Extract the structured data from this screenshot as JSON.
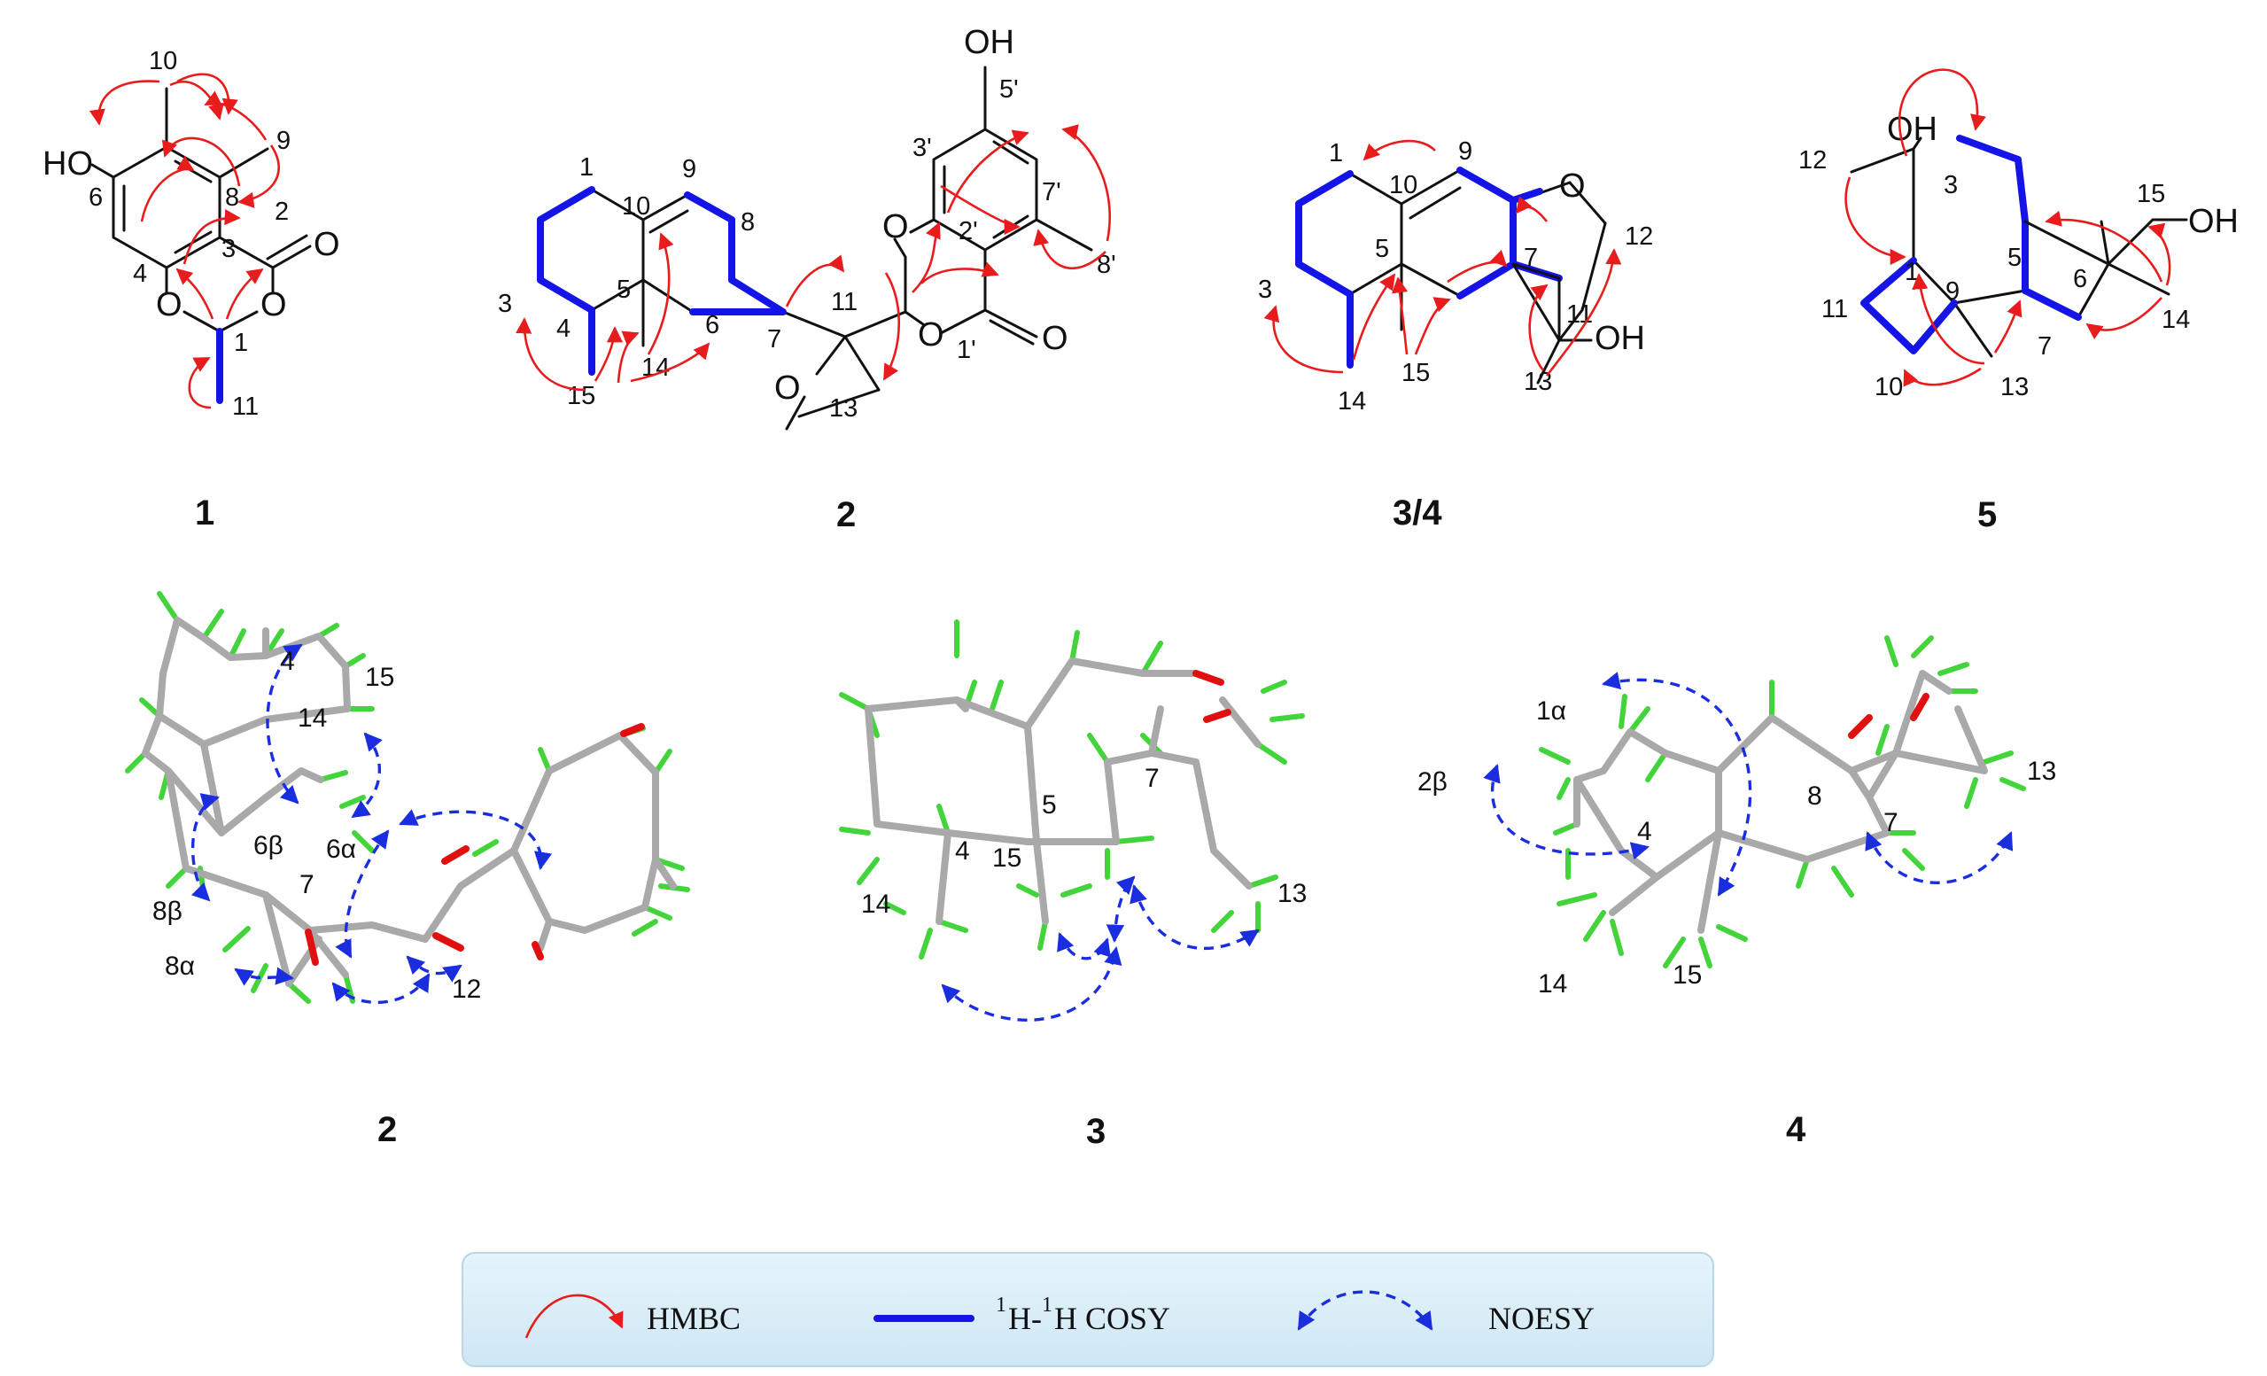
{
  "compounds": {
    "c1": "1",
    "c2": "2",
    "c34": "3/4",
    "c5": "5",
    "c2_3d": "2",
    "c3_3d": "3",
    "c4_3d": "4"
  },
  "atoms": {
    "oh": "OH",
    "ho": "HO",
    "o": "O"
  },
  "mol1": [
    "10",
    "9",
    "6",
    "8",
    "2",
    "3",
    "4",
    "1",
    "11"
  ],
  "mol2": [
    "1",
    "9",
    "10",
    "8",
    "3",
    "5",
    "4",
    "15",
    "14",
    "6",
    "7",
    "11",
    "13",
    "5'",
    "3'",
    "7'",
    "8'",
    "2'",
    "1'"
  ],
  "mol34": [
    "1",
    "9",
    "10",
    "3",
    "5",
    "7",
    "12",
    "11",
    "14",
    "15",
    "13"
  ],
  "mol5": [
    "12",
    "3",
    "15",
    "1",
    "5",
    "6",
    "9",
    "11",
    "14",
    "7",
    "10",
    "13"
  ],
  "conf2": [
    "4",
    "15",
    "14",
    "6β",
    "6α",
    "7",
    "8β",
    "8α",
    "12"
  ],
  "conf3": [
    "7",
    "5",
    "4",
    "15",
    "14",
    "13"
  ],
  "conf4": [
    "1α",
    "2β",
    "8",
    "4",
    "7",
    "13",
    "14",
    "15"
  ],
  "legend": {
    "hmbc": "HMBC",
    "cosy_sup1": "1",
    "cosy_h1": "H-",
    "cosy_sup2": "1",
    "cosy_h2": "H COSY",
    "noesy": "NOESY"
  },
  "colors": {
    "hmbc": "#e81c1c",
    "cosy": "#1414e6",
    "noesy": "#1a2ee0",
    "carbon": "#a9a9a9",
    "hydrogen": "#43d43c",
    "oxygen": "#e01010",
    "legend_bg": "#dbeef8"
  }
}
